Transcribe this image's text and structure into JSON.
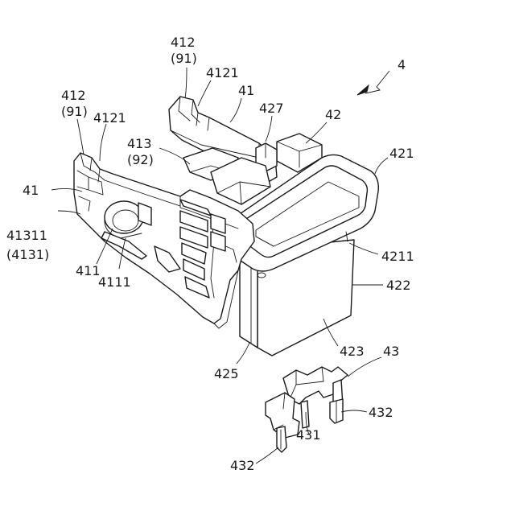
{
  "figure": {
    "labels": {
      "l4": "4",
      "l42": "42",
      "l421": "421",
      "l4211": "4211",
      "l422": "422",
      "l423": "423",
      "l425": "425",
      "l427": "427",
      "l41_top": "41",
      "l4121_top": "4121",
      "l412_top": "412",
      "l91_top": "(91)",
      "l412_left": "412",
      "l91_left": "(91)",
      "l4121_left": "4121",
      "l413": "413",
      "l92": "(92)",
      "l41_left": "41",
      "l41311": "41311",
      "l4131": "(4131)",
      "l411": "411",
      "l4111": "4111",
      "l43": "43",
      "l432_right": "432",
      "l432_left": "432",
      "l431": "431"
    }
  }
}
